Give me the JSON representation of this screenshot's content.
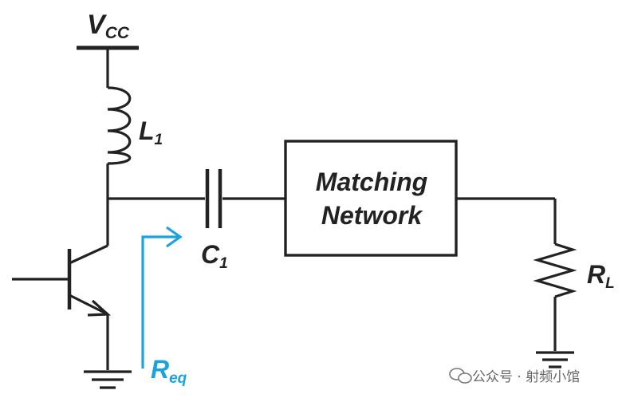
{
  "labels": {
    "vcc_main": "V",
    "vcc_sub": "CC",
    "l1_main": "L",
    "l1_sub": "1",
    "c1_main": "C",
    "c1_sub": "1",
    "rl_main": "R",
    "rl_sub": "L",
    "req_main": "R",
    "req_sub": "eq",
    "matching_line1": "Matching",
    "matching_line2": "Network"
  },
  "watermark": {
    "text": "公众号 · 射频小馆"
  },
  "colors": {
    "wire": "#222222",
    "req_accent": "#1ba3e0",
    "watermark": "#666666"
  }
}
